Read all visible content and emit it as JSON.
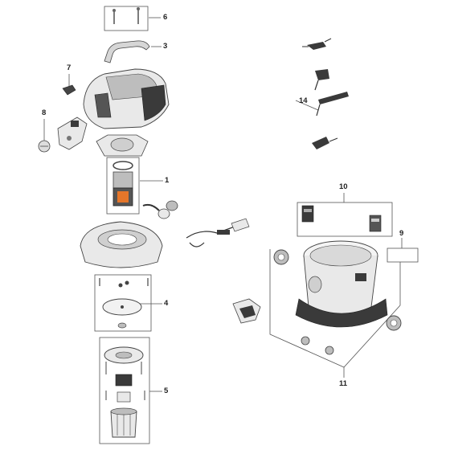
{
  "callouts": {
    "c1": "1",
    "c3": "3",
    "c4": "4",
    "c5": "5",
    "c6": "6",
    "c7": "7",
    "c8": "8",
    "c9": "9",
    "c10": "10",
    "c11": "11",
    "c14": "14"
  },
  "colors": {
    "line": "#444444",
    "part_light": "#e9e9e9",
    "part_mid": "#bdbdbd",
    "part_dark": "#3a3a3a",
    "accent_orange": "#e5762a"
  }
}
